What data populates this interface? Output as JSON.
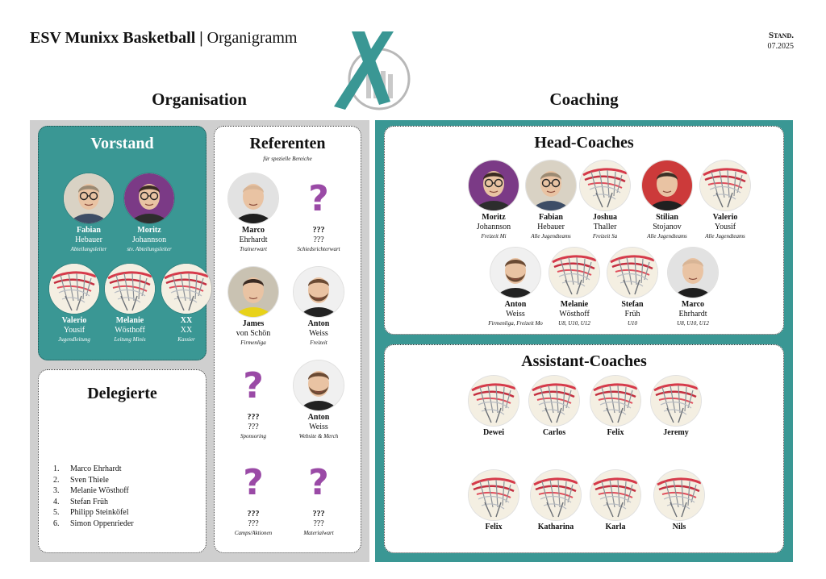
{
  "header": {
    "title_bold": "ESV Munixx Basketball |",
    "title_rest": " Organigramm",
    "stand_label": "Stand.",
    "stand_date": "07.2025"
  },
  "sections": {
    "organisation": "Organisation",
    "coaching": "Coaching"
  },
  "vorstand": {
    "title": "Vorstand",
    "members": [
      {
        "first": "Fabian",
        "last": "Hebauer",
        "role": "Abteilungsleiter",
        "avatar": "photo-man-glasses"
      },
      {
        "first": "Moritz",
        "last": "Johannson",
        "role": "stv. Abteilungsleiter",
        "avatar": "photo-man-purple"
      },
      {
        "first": "Valerio",
        "last": "Yousif",
        "role": "Jugendleitung",
        "avatar": "basketball-net"
      },
      {
        "first": "Melanie",
        "last": "Wösthoff",
        "role": "Leitung Minis",
        "avatar": "basketball-net"
      },
      {
        "first": "XX",
        "last": "XX",
        "role": "Kassier",
        "avatar": "basketball-net"
      }
    ]
  },
  "delegierte": {
    "title": "Delegierte",
    "items": [
      {
        "num": "1.",
        "name": "Marco Ehrhardt"
      },
      {
        "num": "2.",
        "name": "Sven Thiele"
      },
      {
        "num": "3.",
        "name": "Melanie Wösthoff"
      },
      {
        "num": "4.",
        "name": "Stefan Früh"
      },
      {
        "num": "5.",
        "name": "Philipp Steinköfel"
      },
      {
        "num": "6.",
        "name": "Simon Oppenrieder"
      }
    ]
  },
  "referenten": {
    "title": "Referenten",
    "subtitle": "für spezielle Bereiche",
    "members": [
      {
        "first": "Marco",
        "last": "Ehrhardt",
        "role": "Trainerwart",
        "avatar": "photo-bald-man"
      },
      {
        "first": "???",
        "last": "???",
        "role": "Schiedsrichterwart",
        "avatar": "question-mark"
      },
      {
        "first": "James",
        "last": "von Schön",
        "role": "Firmenliga",
        "avatar": "photo-player"
      },
      {
        "first": "Anton",
        "last": "Weiss",
        "role": "Freizeit",
        "avatar": "photo-man-beard"
      },
      {
        "first": "???",
        "last": "???",
        "role": "Sponsoring",
        "avatar": "question-mark"
      },
      {
        "first": "Anton",
        "last": "Weiss",
        "role": "Website & Merch",
        "avatar": "photo-man-beard"
      },
      {
        "first": "???",
        "last": "???",
        "role": "Camps/Aktionen",
        "avatar": "question-mark"
      },
      {
        "first": "???",
        "last": "???",
        "role": "Materialwart",
        "avatar": "question-mark"
      }
    ]
  },
  "head_coaches": {
    "title": "Head-Coaches",
    "members": [
      {
        "first": "Moritz",
        "last": "Johannson",
        "role": "Freizeit Mi",
        "avatar": "photo-man-purple"
      },
      {
        "first": "Fabian",
        "last": "Hebauer",
        "role": "Alle Jugendteams",
        "avatar": "photo-man-glasses"
      },
      {
        "first": "Joshua",
        "last": "Thaller",
        "role": "Freizeit Sa",
        "avatar": "basketball-net"
      },
      {
        "first": "Stilian",
        "last": "Stojanov",
        "role": "Alle Jugendteams",
        "avatar": "photo-man-short-hair"
      },
      {
        "first": "Valerio",
        "last": "Yousif",
        "role": "Alle Jugendteams",
        "avatar": "basketball-net"
      },
      {
        "first": "Anton",
        "last": "Weiss",
        "role": "Firmenliga, Freizeit Mo",
        "avatar": "photo-man-beard"
      },
      {
        "first": "Melanie",
        "last": "Wösthoff",
        "role": "U8, U10, U12",
        "avatar": "basketball-net"
      },
      {
        "first": "Stefan",
        "last": "Früh",
        "role": "U10",
        "avatar": "basketball-net"
      },
      {
        "first": "Marco",
        "last": "Ehrhardt",
        "role": "U8, U10, U12",
        "avatar": "photo-bald-man"
      }
    ]
  },
  "assistant_coaches": {
    "title": "Assistant-Coaches",
    "members": [
      {
        "first": "Dewei",
        "avatar": "basketball-net"
      },
      {
        "first": "Carlos",
        "avatar": "basketball-net"
      },
      {
        "first": "Felix",
        "avatar": "basketball-net"
      },
      {
        "first": "Jeremy",
        "avatar": "basketball-net"
      },
      {
        "first": "Felix",
        "avatar": "basketball-net"
      },
      {
        "first": "Katharina",
        "avatar": "basketball-net"
      },
      {
        "first": "Karla",
        "avatar": "basketball-net"
      },
      {
        "first": "Nils",
        "avatar": "basketball-net"
      }
    ]
  },
  "colors": {
    "teal": "#3a9794",
    "grey_panel": "#cfcfcf",
    "question_purple": "#9a4aa6"
  }
}
